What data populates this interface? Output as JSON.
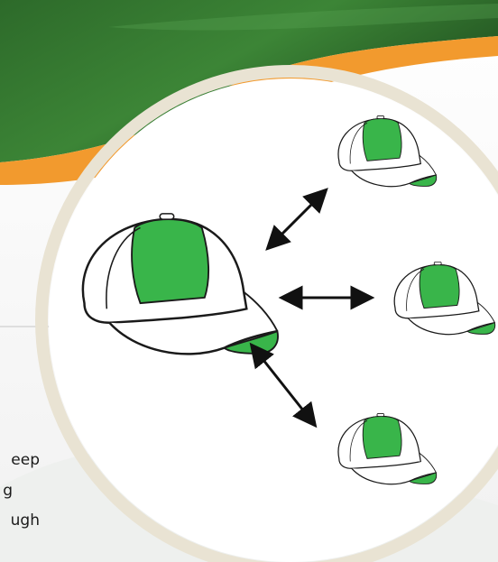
{
  "colors": {
    "header_green_dark": "#1f4e1f",
    "header_green_light": "#3f8a38",
    "orange_band": "#f29a2e",
    "circle_ring": "#e9e3d3",
    "cap_green": "#39b54a",
    "cap_outline": "#1a1a1a",
    "arrow": "#111111",
    "divider": "#cfcfcf"
  },
  "icons": {
    "main": "baseball-cap-icon",
    "arrows": "double-headed-arrow-icon",
    "variants": "baseball-cap-icon"
  },
  "text_fragments": [
    "eep",
    "g",
    "ugh"
  ]
}
